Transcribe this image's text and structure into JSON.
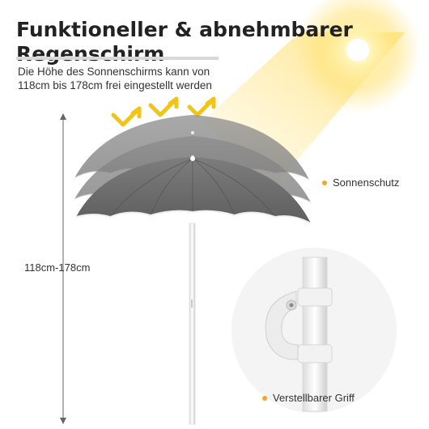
{
  "heading": {
    "line1": "Funktioneller & abnehmbarer",
    "line2": "Regenschirm"
  },
  "subtitle": {
    "line1": "Die Höhe des Sonnenschirms kann von",
    "line2": "118cm bis 178cm frei eingestellt werden"
  },
  "measure": {
    "label": "118cm-178cm"
  },
  "callouts": [
    {
      "label": "Sonnenschutz",
      "dot_color": "#f5a623"
    },
    {
      "label": "Verstellbarer Griff",
      "dot_color": "#f5a623"
    }
  ],
  "colors": {
    "umbrella_gray": "#6e6e6e",
    "sun": "#ffd54a",
    "arrow": "#f0c419"
  },
  "icons": [
    "sun-icon",
    "up-arrow-icon",
    "umbrella-icon",
    "handle-icon"
  ]
}
